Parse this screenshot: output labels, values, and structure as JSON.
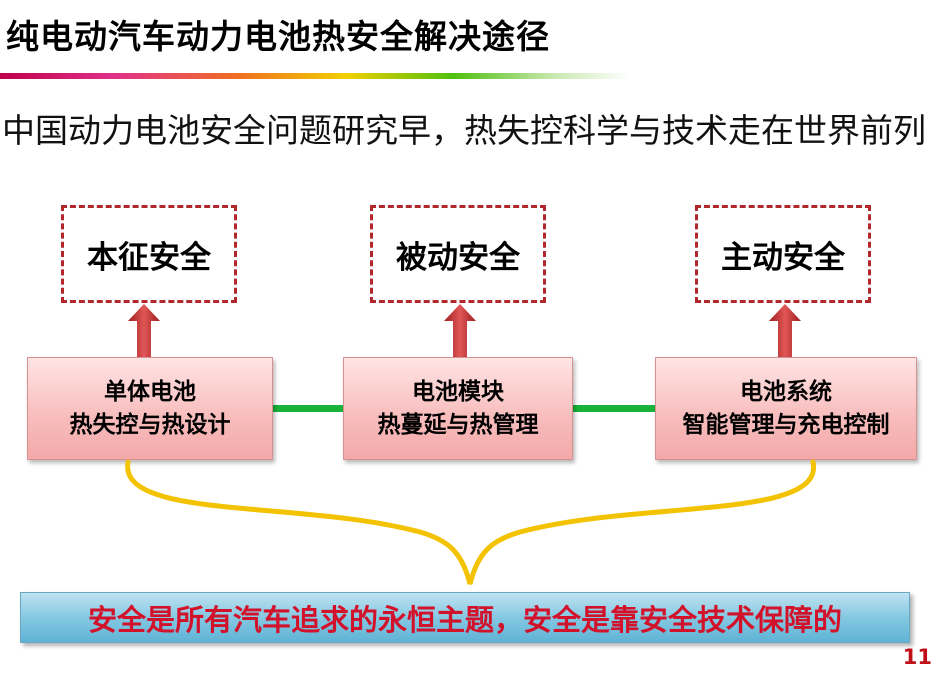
{
  "title": "纯电动汽车动力电池热安全解决途径",
  "subtitle": "中国动力电池安全问题研究早，热失控科学与技术走在世界前列",
  "safety_levels": [
    {
      "label": "本征安全"
    },
    {
      "label": "被动安全"
    },
    {
      "label": "主动安全"
    }
  ],
  "levels": [
    {
      "line1": "单体电池",
      "line2": "热失控与热设计"
    },
    {
      "line1": "电池模块",
      "line2": "热蔓延与热管理"
    },
    {
      "line1": "电池系统",
      "line2": "智能管理与充电控制"
    }
  ],
  "banner": "安全是所有汽车追求的永恒主题，安全是靠安全技术保障的",
  "page_number": "11",
  "colors": {
    "accent_red": "#b0272c",
    "connector_green": "#19b33a",
    "brace_yellow": "#f3c200",
    "banner_text": "#d2122b"
  }
}
